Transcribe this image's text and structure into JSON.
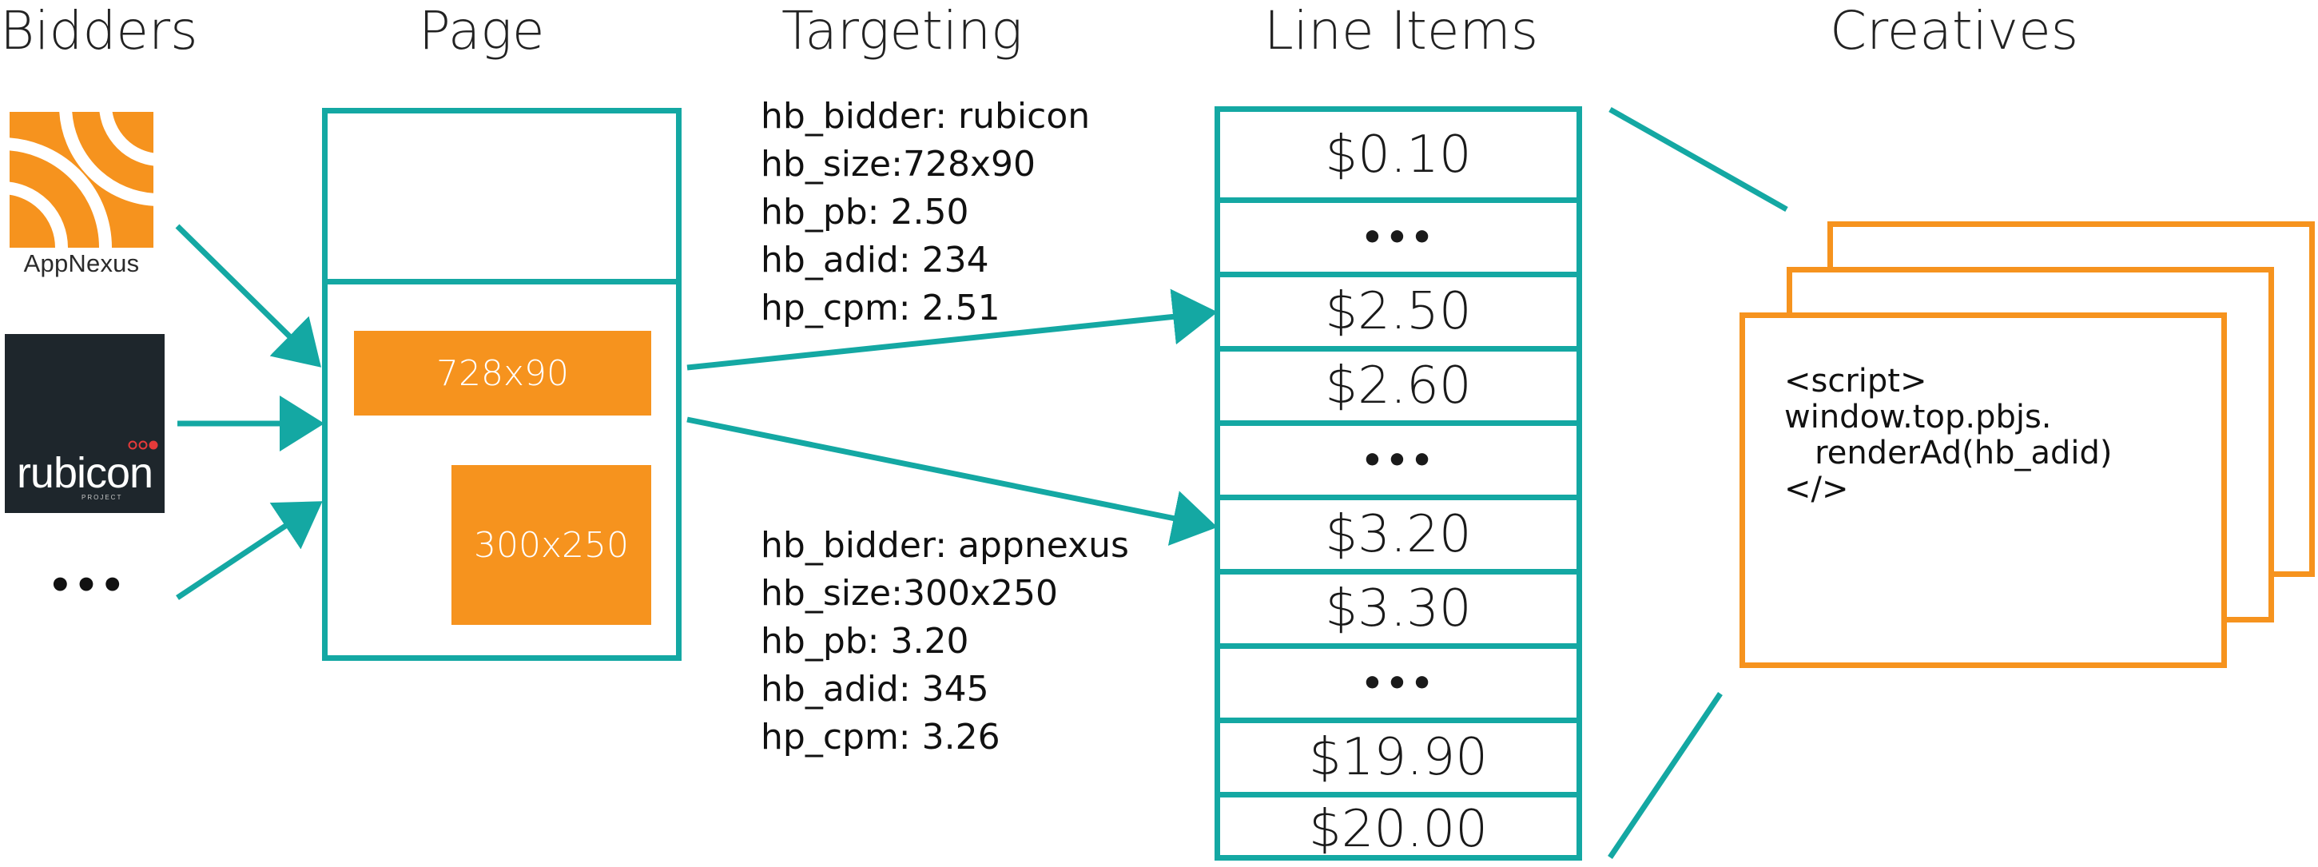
{
  "headings": {
    "bidders": "Bidders",
    "page": "Page",
    "targeting": "Targeting",
    "line_items": "Line Items",
    "creatives": "Creatives"
  },
  "bidders": {
    "appnexus_label": "AppNexus",
    "rubicon_label": "rubicon",
    "rubicon_sublabel": "PROJECT",
    "more": "•••"
  },
  "page": {
    "slot_leaderboard": "728x90",
    "slot_rectangle": "300x250"
  },
  "targeting": {
    "top": [
      "hb_bidder: rubicon",
      "hb_size:728x90",
      "hb_pb: 2.50",
      "hb_adid: 234",
      "hp_cpm: 2.51"
    ],
    "bottom": [
      "hb_bidder: appnexus",
      "hb_size:300x250",
      "hb_pb: 3.20",
      "hb_adid: 345",
      "hp_cpm: 3.26"
    ]
  },
  "line_items": [
    "$0.10",
    "•••",
    "$2.50",
    "$2.60",
    "•••",
    "$3.20",
    "$3.30",
    "•••",
    "$19.90",
    "$20.00"
  ],
  "creative": {
    "code": [
      "<script>",
      "window.top.pbjs.",
      "   renderAd(hb_adid)",
      "</>"
    ]
  },
  "colors": {
    "teal": "#14a8a3",
    "orange": "#f6931e",
    "rubicon_bg": "#1e262c",
    "rubicon_dot": "#e53a3a"
  },
  "icons": {
    "appnexus": "appnexus-arcs-icon",
    "rubicon": "rubicon-dots-icon"
  }
}
